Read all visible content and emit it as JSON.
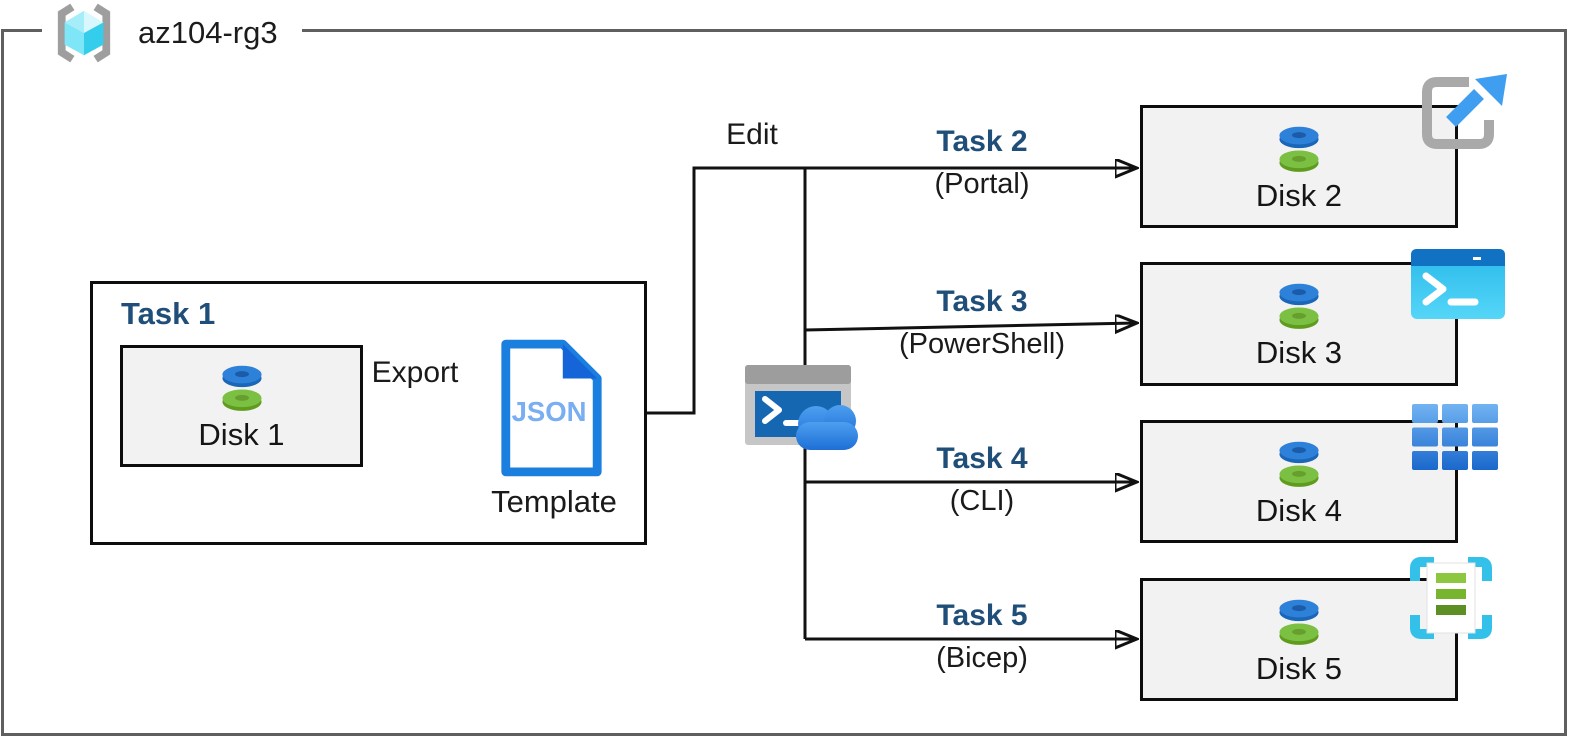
{
  "resource_group": {
    "name": "az104-rg3",
    "icon": "resource-group-icon"
  },
  "task1": {
    "title": "Task 1",
    "disk": {
      "label": "Disk 1",
      "icon": "managed-disk-icon"
    },
    "export_label": "Export",
    "template": {
      "file_type_label": "JSON",
      "caption": "Template",
      "icon": "json-template-icon"
    }
  },
  "edit_label": "Edit",
  "cloud_shell": {
    "icon": "cloud-shell-icon"
  },
  "tasks": [
    {
      "title": "Task 2",
      "method": "(Portal)",
      "disk": {
        "label": "Disk 2",
        "icon": "managed-disk-icon"
      },
      "tool_icon": "azure-portal-icon"
    },
    {
      "title": "Task 3",
      "method": "(PowerShell)",
      "disk": {
        "label": "Disk 3",
        "icon": "managed-disk-icon"
      },
      "tool_icon": "powershell-icon"
    },
    {
      "title": "Task 4",
      "method": "(CLI)",
      "disk": {
        "label": "Disk 4",
        "icon": "managed-disk-icon"
      },
      "tool_icon": "azure-cli-icon"
    },
    {
      "title": "Task 5",
      "method": "(Bicep)",
      "disk": {
        "label": "Disk 5",
        "icon": "bicep-icon-target"
      },
      "tool_icon": "bicep-icon"
    }
  ],
  "colors": {
    "task_heading": "#1F4E79",
    "outer_border": "#5f5f5f",
    "node_fill": "#f2f2f2",
    "node_border": "#0d0d0d",
    "connector": "#111111",
    "disk_blue": "#2e81d8",
    "disk_green": "#7cc043",
    "json_blue": "#1b7fe0",
    "cloud_blue": "#2b86e4",
    "cyan_accent": "#35c5ef"
  }
}
